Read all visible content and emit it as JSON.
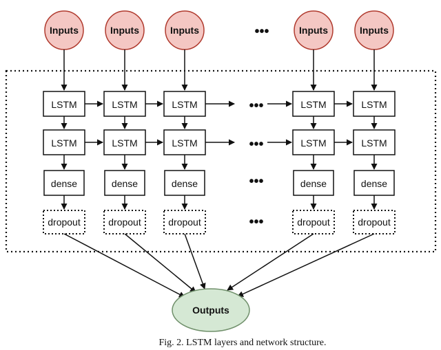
{
  "diagram": {
    "input_label": "Inputs",
    "lstm_label": "LSTM",
    "dense_label": "dense",
    "dropout_label": "dropout",
    "output_label": "Outputs",
    "ellipsis": "•••",
    "caption": "Fig. 2.   LSTM layers and network structure.",
    "colors": {
      "input_fill": "#f4c7c3",
      "input_stroke": "#b03a2e",
      "output_fill": "#d5e8d4",
      "output_stroke": "#6f8f6a",
      "stroke": "#111111"
    }
  }
}
